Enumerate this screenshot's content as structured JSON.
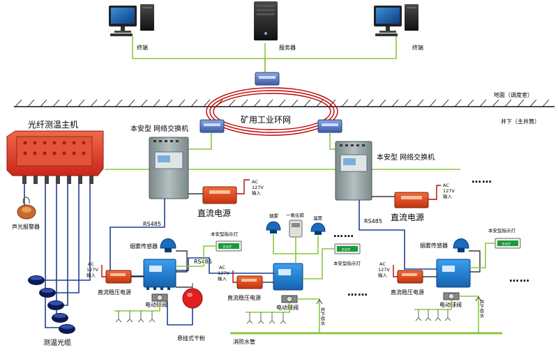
{
  "labels": {
    "terminal_left": "终端",
    "server": "服务器",
    "terminal_right": "终端",
    "ground": "地面（调度室）",
    "underground": "井下（主井筒）",
    "ring_network": "矿用工业环网",
    "host": "光纤测温主机",
    "switch_left": "本安型 网络交换机",
    "switch_right": "本安型 网络交换机",
    "dc_power_left": "直流电源",
    "dc_power_right": "直流电源",
    "ac_left_1": "AC",
    "ac_left_2": "127V",
    "ac_left_3": "输入",
    "ac_right_1": "AC",
    "ac_right_2": "127V",
    "ac_right_3": "输入",
    "alarm": "声光报警器",
    "cable": "测温光缆",
    "rs485_a": "RS485",
    "rs485_b": "RS485",
    "rs485_c": "RS485",
    "smoke_a": "烟雾传感器",
    "smoke_b": "烟雾",
    "smoke_c": "烟雾传感器",
    "co": "一氧化碳",
    "temperature": "温度",
    "indicator_a": "本安型指示灯",
    "indicator_b": "本安型指示灯",
    "indicator_c": "本安型指示灯",
    "reg_a": "直流稳压电源",
    "reg_b": "直流稳压电源",
    "reg_c": "直流稳压电源",
    "ac_a_1": "AC",
    "ac_a_2": "127V",
    "ac_a_3": "输入",
    "ac_b_1": "AC",
    "ac_b_2": "127V",
    "ac_b_3": "输入",
    "ac_c_1": "AC",
    "ac_c_2": "127V",
    "ac_c_3": "输入",
    "valve_a": "电动球阀",
    "valve_b": "电动球阀",
    "valve_c": "电动球阀",
    "powder": "悬挂式干粉",
    "water_pipe": "消防水管",
    "well_water_b": "井下供水",
    "well_water_c": "井下供水",
    "exit_sign": "EXIT"
  },
  "ellipsis": "……",
  "colors": {
    "ethernet": "#8cc63f",
    "rs485": "#1f3f8f",
    "power": "#c00000",
    "host": "#e8402a",
    "enclosure": "#8c9a9b",
    "controller": "#1e78c8",
    "psu": "#e24a1c"
  }
}
